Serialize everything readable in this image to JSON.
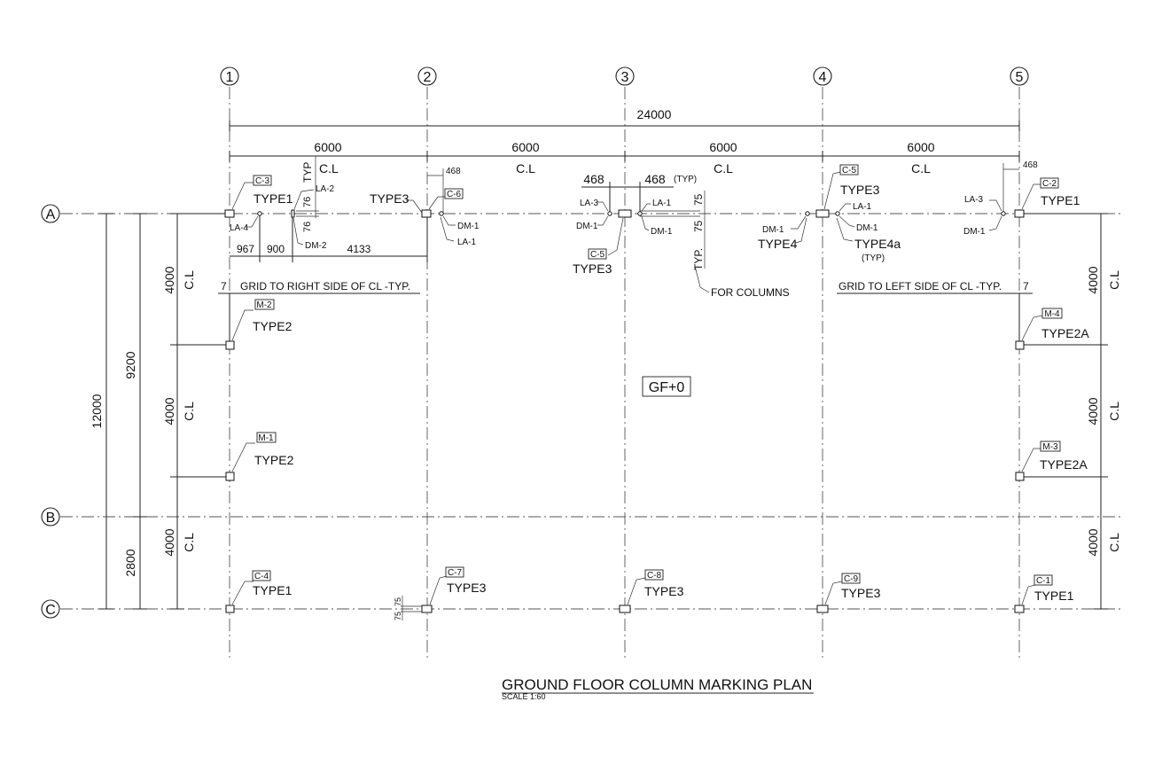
{
  "grid": {
    "columns": [
      "1",
      "2",
      "3",
      "4",
      "5"
    ],
    "rows": [
      "A",
      "B",
      "C"
    ]
  },
  "dims": {
    "overall": "24000",
    "bays": [
      "6000",
      "6000",
      "6000",
      "6000"
    ],
    "cl": "C.L",
    "left_overall": "12000",
    "left_ab": "9200",
    "left_bc": "2800",
    "segment": "4000",
    "d967": "967",
    "d900": "900",
    "d4133": "4133",
    "d468": "468",
    "d76": "76",
    "d75": "75",
    "d7": "7",
    "typ": "TYP",
    "typ_paren": "(TYP)",
    "typ_dot": "TYP."
  },
  "columns": [
    {
      "mark": "C-3",
      "type": "TYPE1"
    },
    {
      "mark": "C-6",
      "type": "TYPE3"
    },
    {
      "mark": "C-5",
      "type": "TYPE3"
    },
    {
      "mark": "C-5",
      "type": "TYPE3"
    },
    {
      "mark": "C-2",
      "type": "TYPE1"
    },
    {
      "mark": "M-2",
      "type": "TYPE2"
    },
    {
      "mark": "M-1",
      "type": "TYPE2"
    },
    {
      "mark": "M-4",
      "type": "TYPE2A"
    },
    {
      "mark": "M-3",
      "type": "TYPE2A"
    },
    {
      "mark": "C-4",
      "type": "TYPE1"
    },
    {
      "mark": "C-7",
      "type": "TYPE3"
    },
    {
      "mark": "C-8",
      "type": "TYPE3"
    },
    {
      "mark": "C-9",
      "type": "TYPE3"
    },
    {
      "mark": "C-1",
      "type": "TYPE1"
    }
  ],
  "labels": {
    "la1": "LA-1",
    "la2": "LA-2",
    "la3": "LA-3",
    "la4": "LA-4",
    "dm1": "DM-1",
    "dm2": "DM-2",
    "type4": "TYPE4",
    "type4a": "TYPE4a",
    "for_columns": "FOR COLUMNS"
  },
  "notes": {
    "grid_right": "GRID TO  RIGHT SIDE OF CL -TYP.",
    "grid_left": "GRID TO  LEFT SIDE OF CL -TYP.",
    "level": "GF+0"
  },
  "title": {
    "main": "GROUND FLOOR COLUMN MARKING PLAN",
    "scale": "SCALE 1:60"
  }
}
